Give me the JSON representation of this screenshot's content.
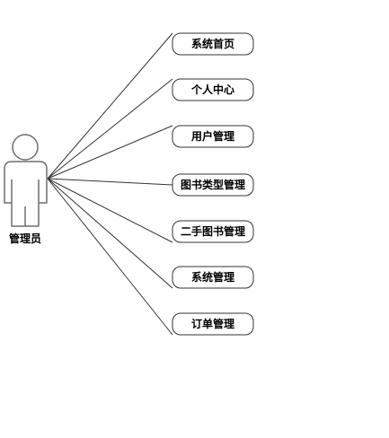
{
  "actor": {
    "label": "管理员"
  },
  "use_cases": [
    {
      "id": "system-home",
      "label": "系统首页"
    },
    {
      "id": "personal-center",
      "label": "个人中心"
    },
    {
      "id": "user-management",
      "label": "用户管理"
    },
    {
      "id": "book-type-management",
      "label": "图书类型管理"
    },
    {
      "id": "used-book-management",
      "label": "二手图书管理"
    },
    {
      "id": "system-management",
      "label": "系统管理"
    },
    {
      "id": "order-management",
      "label": "订单管理"
    }
  ],
  "colors": {
    "stroke": "#333333",
    "actor_stroke": "#6e6e6e",
    "text": "#000000",
    "background": "#ffffff"
  }
}
